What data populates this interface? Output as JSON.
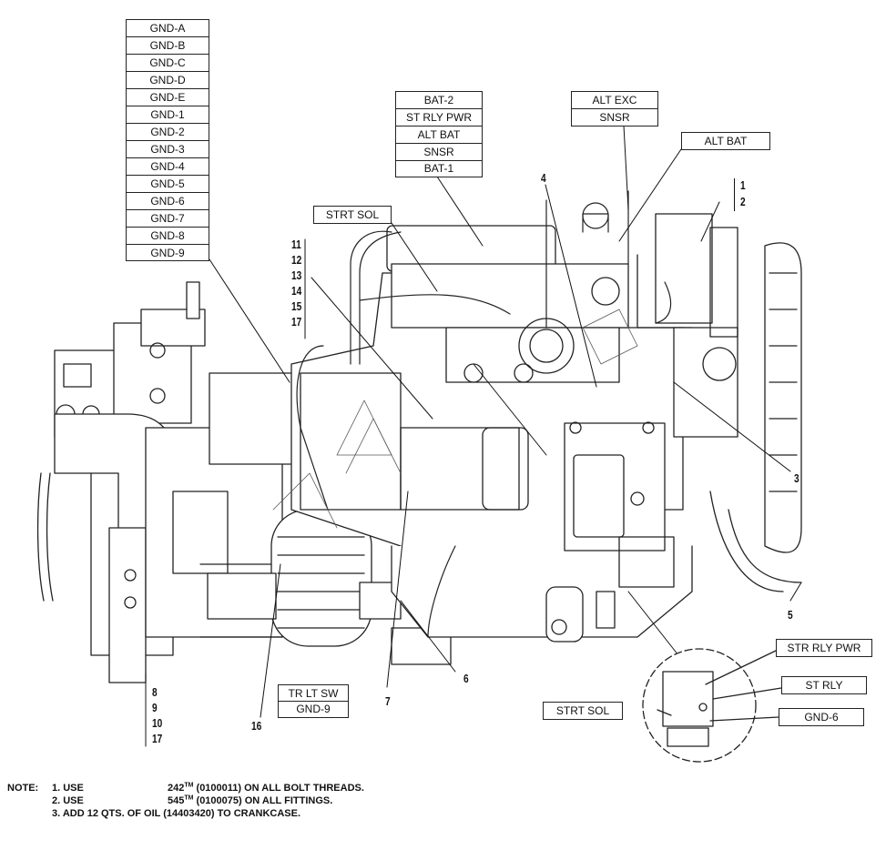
{
  "gnd_table": [
    "GND-A",
    "GND-B",
    "GND-C",
    "GND-D",
    "GND-E",
    "GND-1",
    "GND-2",
    "GND-3",
    "GND-4",
    "GND-5",
    "GND-6",
    "GND-7",
    "GND-8",
    "GND-9"
  ],
  "bat_table": [
    "BAT-2",
    "ST RLY PWR",
    "ALT BAT",
    "SNSR",
    "BAT-1"
  ],
  "alt_exc_table": [
    "ALT EXC",
    "SNSR"
  ],
  "alt_bat_label": "ALT BAT",
  "strt_sol_label": "STRT SOL",
  "tr_lt_table": [
    "TR LT SW",
    "GND-9"
  ],
  "detail": {
    "str_rly_pwr": "STR RLY PWR",
    "st_rly": "ST RLY",
    "gnd_6": "GND-6",
    "strt_sol": "STRT SOL"
  },
  "callouts": {
    "c1": "1",
    "c2": "2",
    "c3": "3",
    "c4": "4",
    "c5": "5",
    "c6": "6",
    "c7": "7",
    "c16": "16",
    "left_group": [
      "11",
      "12",
      "13",
      "14",
      "15",
      "17"
    ],
    "bottom_group": [
      "8",
      "9",
      "10",
      "17"
    ]
  },
  "notes": {
    "prefix": "NOTE:",
    "n1_item": "1. USE",
    "n1_product": "242",
    "n1_tm": "TM",
    "n1_rest": " (0100011) ON ALL BOLT THREADS.",
    "n2_item": "2. USE",
    "n2_product": "545",
    "n2_tm": "TM",
    "n2_rest": " (0100075) ON ALL FITTINGS.",
    "n3_text": "3. ADD 12 QTS. OF OIL (14403420) TO CRANKCASE."
  }
}
